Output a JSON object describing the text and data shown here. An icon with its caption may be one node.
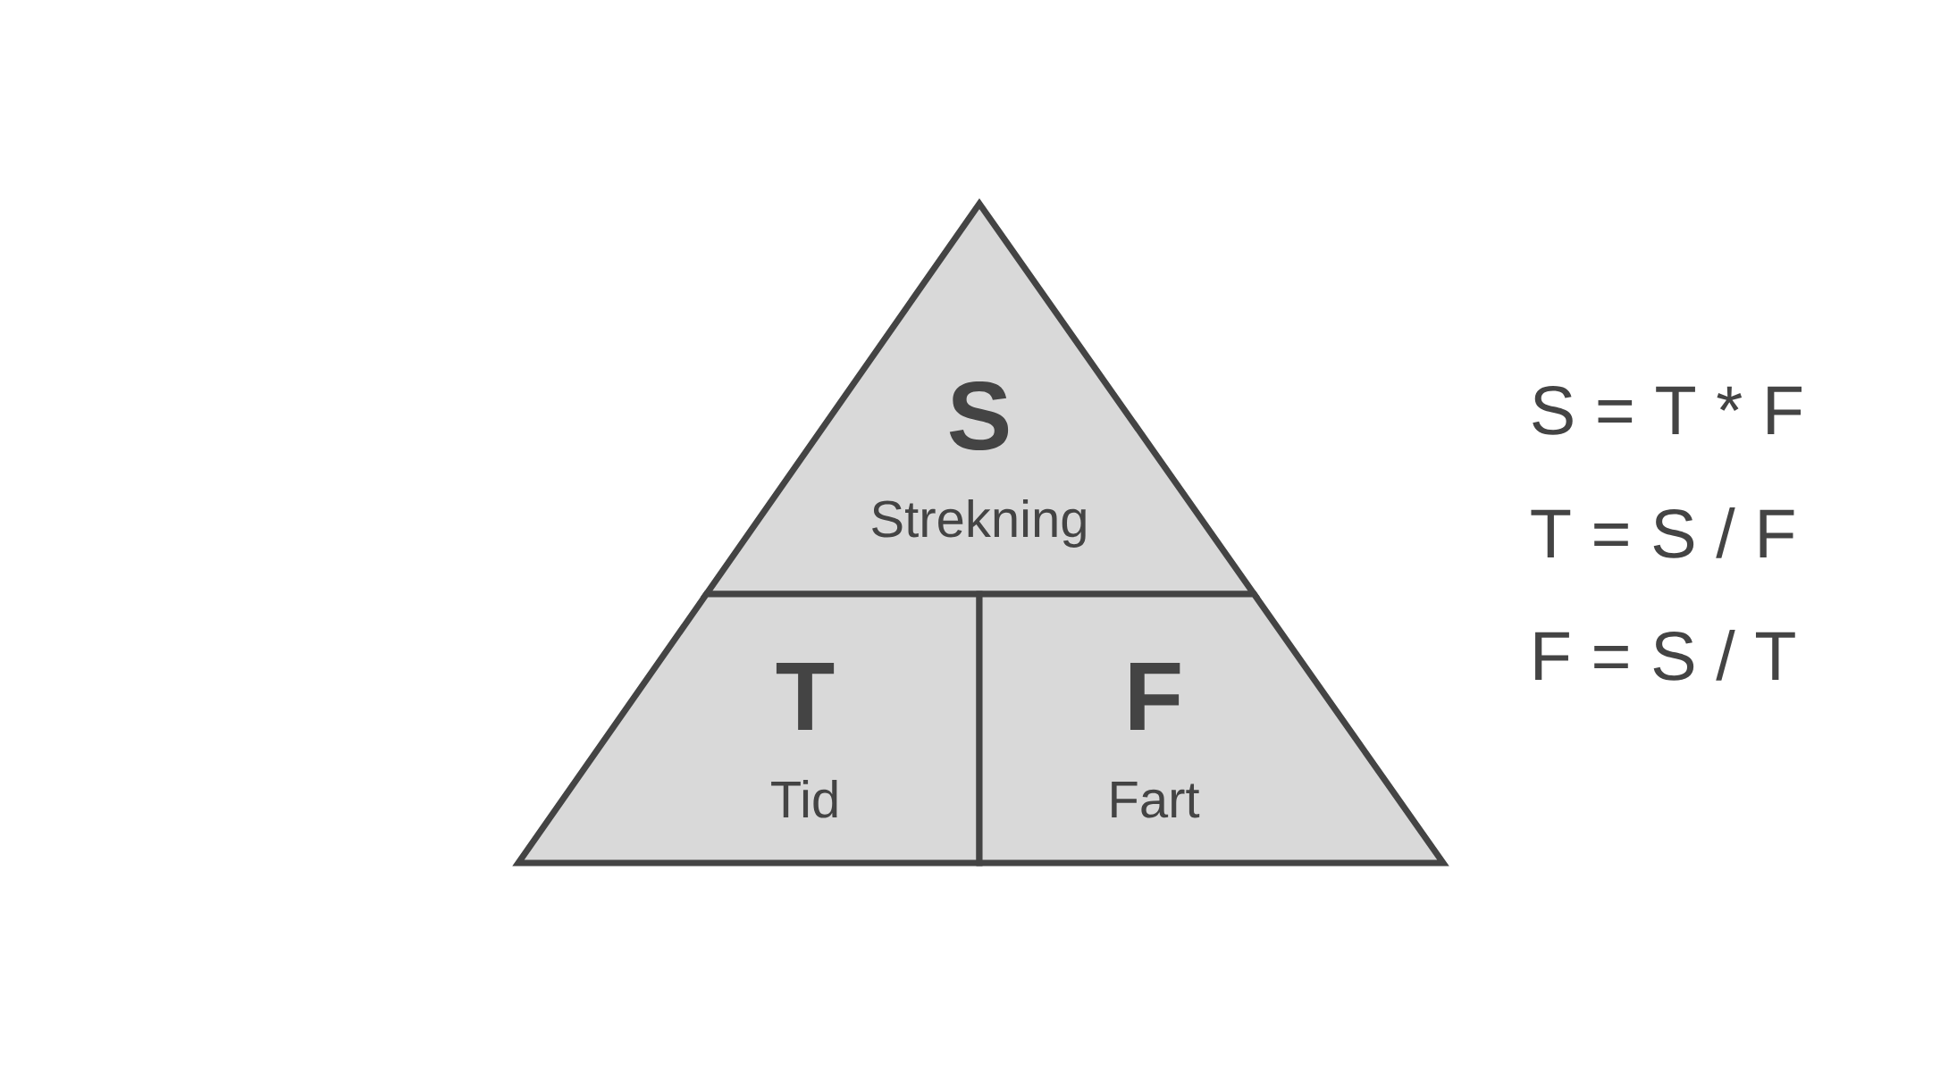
{
  "diagram": {
    "nodes": [
      {
        "text": [
          "S",
          "Strekning"
        ]
      },
      {
        "text": [
          "T",
          "Tid"
        ]
      },
      {
        "text": [
          "F",
          "Fart"
        ]
      }
    ],
    "labels": [
      "S = T * F",
      "T = S / F",
      "F = S / T"
    ]
  }
}
